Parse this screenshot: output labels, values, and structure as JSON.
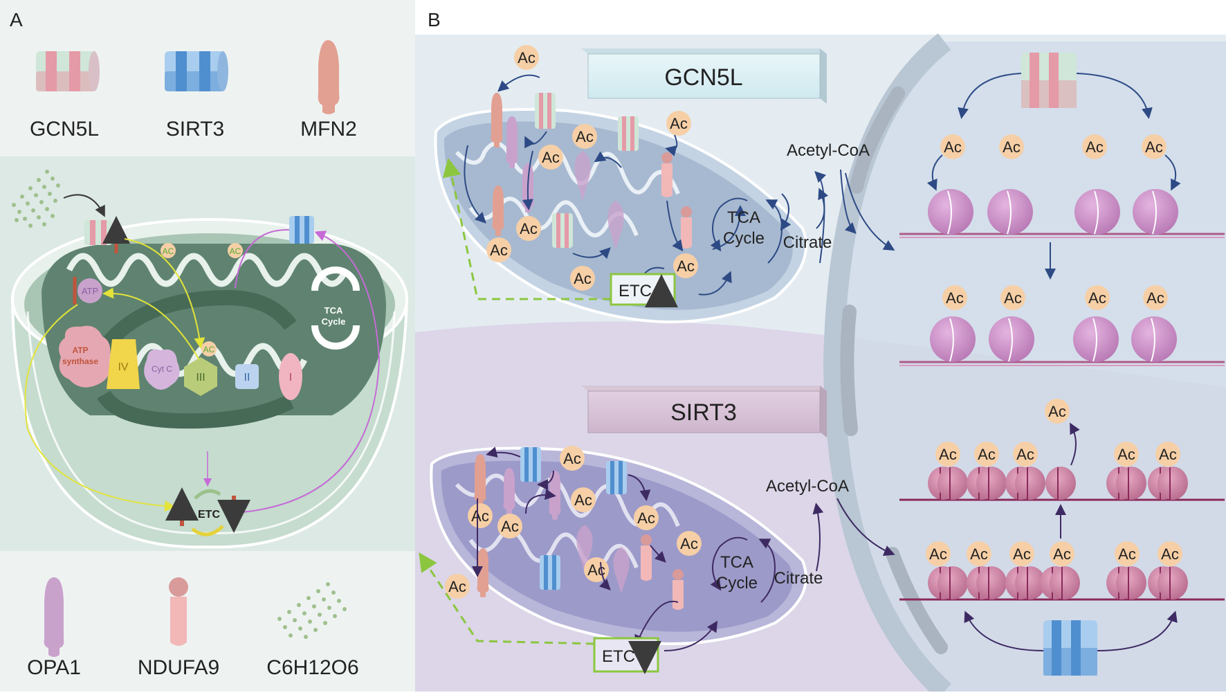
{
  "panel_a": {
    "label": "A",
    "legend_top": {
      "gcn5l": "GCN5L",
      "sirt3": "SIRT3",
      "mfn2": "MFN2"
    },
    "legend_bottom": {
      "opa1": "OPA1",
      "ndufa9": "NDUFA9",
      "glucose": "C6H12O6"
    },
    "mito": {
      "atp": "ATP",
      "atp_synthase_1": "ATP",
      "atp_synthase_2": "synthase",
      "complex_iv": "IV",
      "cyt_c": "Cyt C",
      "complex_iii": "III",
      "complex_ii": "II",
      "complex_i": "I",
      "tca_1": "TCA",
      "tca_2": "Cycle",
      "etc": "ETC",
      "ac": "AC"
    }
  },
  "panel_b": {
    "label": "B",
    "gcn5l_title": "GCN5L",
    "sirt3_title": "SIRT3",
    "ac": "Ac",
    "etc": "ETC",
    "acetyl_coa": "Acetyl-CoA",
    "citrate": "Citrate",
    "tca_1": "TCA",
    "tca_2": "Cycle"
  },
  "colors": {
    "gcn5l_pink": "#e59aa7",
    "gcn5l_green": "#cfe6d8",
    "sirt3_blue": "#4f8fcf",
    "mfn2": "#e2a092",
    "opa1": "#c9a2cc",
    "ndufa9": "#f2b8b8",
    "ac_circle": "#f6cfa6",
    "nucleosome": "#c88bc5",
    "highlight_green": "#8cc63f",
    "arrow_red": "#c0543d",
    "yellow_arrow": "#e8e84a",
    "magenta_arrow": "#c66ad6"
  }
}
